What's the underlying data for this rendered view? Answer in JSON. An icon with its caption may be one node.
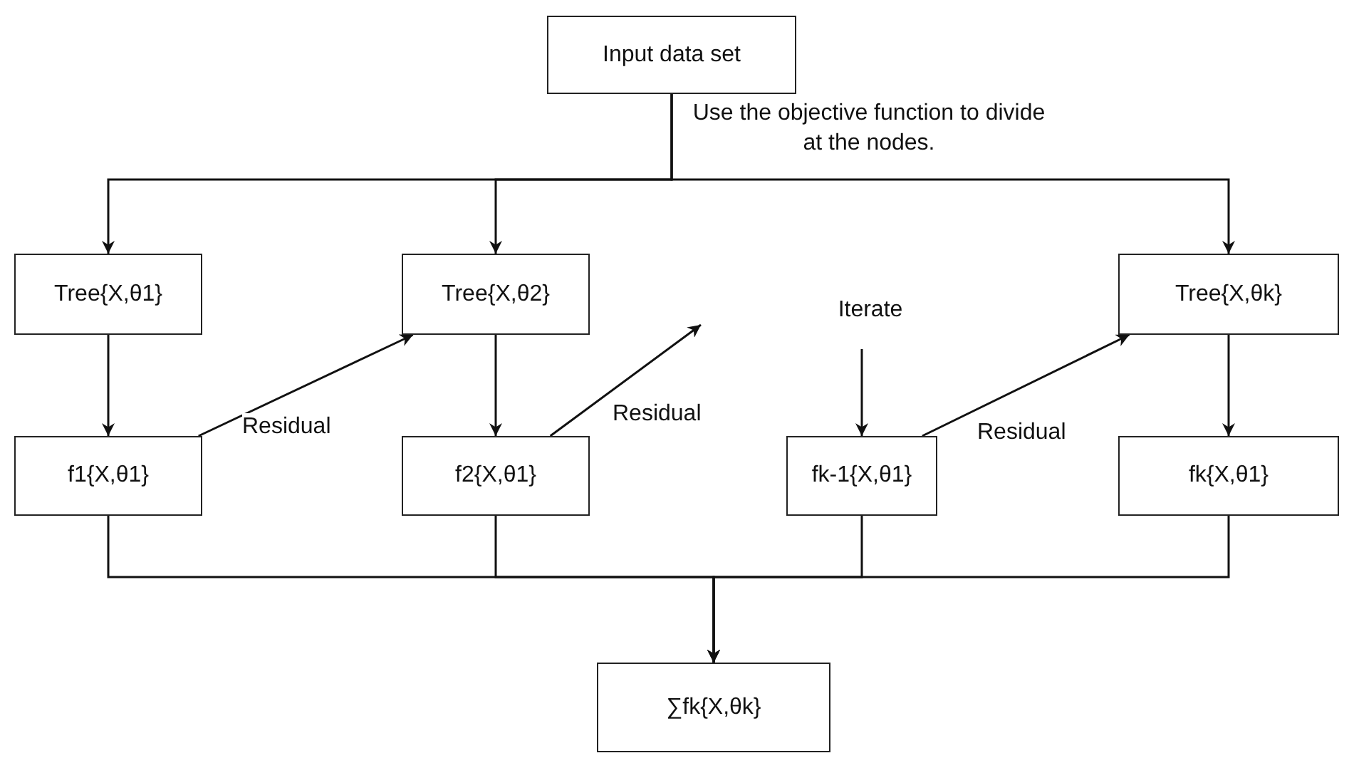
{
  "diagram": {
    "nodes": [
      {
        "text": [
          "Input data set"
        ]
      },
      {
        "text": [
          "Tree{X,θ1}"
        ]
      },
      {
        "text": [
          "Tree{X,θ2}"
        ]
      },
      {
        "text": [
          "Iterate"
        ]
      },
      {
        "text": [
          "Tree{X,θk}"
        ]
      },
      {
        "text": [
          "f1{X,θ1}"
        ]
      },
      {
        "text": [
          "f2{X,θ1}"
        ]
      },
      {
        "text": [
          "fk-1{X,θ1}"
        ]
      },
      {
        "text": [
          "fk{X,θ1}"
        ]
      },
      {
        "text": [
          "∑fk{X,θk}"
        ]
      }
    ],
    "edges": [
      {
        "from": 0,
        "to": 1,
        "arrow": "to"
      },
      {
        "from": 0,
        "to": 2,
        "arrow": "to"
      },
      {
        "from": 0,
        "to": 4,
        "arrow": "to"
      },
      {
        "from": 1,
        "to": 5,
        "arrow": "to"
      },
      {
        "from": 2,
        "to": 6,
        "arrow": "to"
      },
      {
        "from": 4,
        "to": 8,
        "arrow": "to"
      },
      {
        "from": 5,
        "to": 2,
        "arrow": "to",
        "label": "Residual"
      },
      {
        "from": 6,
        "to": null,
        "arrow": "to",
        "label": "Residual"
      },
      {
        "from": 3,
        "to": 7,
        "arrow": "to"
      },
      {
        "from": 7,
        "to": 4,
        "arrow": "to",
        "label": "Residual"
      },
      {
        "from": 5,
        "to": 9,
        "arrow": "to"
      },
      {
        "from": 6,
        "to": 9,
        "arrow": "to"
      },
      {
        "from": 7,
        "to": 9,
        "arrow": "to"
      },
      {
        "from": 8,
        "to": 9,
        "arrow": "to"
      }
    ],
    "labels": [
      "Use the objective function to divide at the nodes."
    ]
  }
}
